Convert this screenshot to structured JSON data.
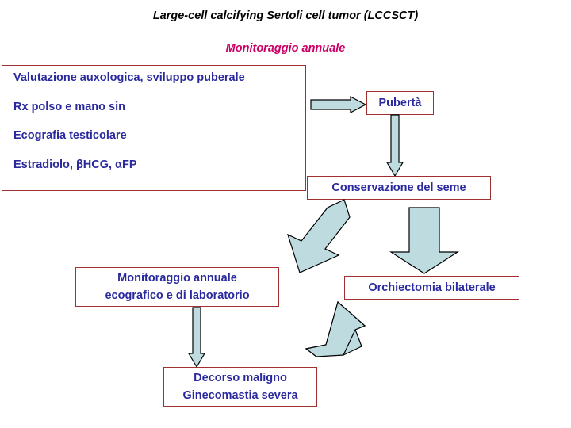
{
  "diagram": {
    "title": "Large-cell calcifying Sertoli cell tumor (LCCSCT)",
    "subtitle": "Monitoraggio annuale",
    "colors": {
      "title_text": "#000000",
      "subtitle_text": "#cc0066",
      "box_border": "#a03030",
      "box_text": "#2a2a9e",
      "arrow_fill": "#bedce0",
      "arrow_stroke": "#000000",
      "background": "#ffffff"
    },
    "nodes": {
      "evaluation_panel": {
        "lines": [
          "Valutazione auxologica, sviluppo puberale",
          "Rx polso e mano sin",
          "Ecografia testicolare",
          "Estradiolo, βHCG, αFP"
        ]
      },
      "puberty": {
        "label": "Pubertà"
      },
      "sperm_banking": {
        "label": "Conservazione del seme"
      },
      "orchiectomy": {
        "label": "Orchiectomia bilaterale"
      },
      "annual_monitoring": {
        "line1": "Monitoraggio annuale",
        "line2": "ecografico e di laboratorio"
      },
      "malignant_course": {
        "line1": "Decorso maligno",
        "line2": "Ginecomastia severa"
      }
    },
    "arrows": [
      {
        "name": "evaluation-to-puberty",
        "direction": "right"
      },
      {
        "name": "puberty-to-sperm-banking",
        "direction": "down"
      },
      {
        "name": "sperm-banking-to-orchiectomy",
        "direction": "down"
      },
      {
        "name": "sperm-banking-to-annual-monitoring",
        "direction": "down-left"
      },
      {
        "name": "annual-monitoring-to-malignant-course",
        "direction": "down"
      },
      {
        "name": "malignant-course-to-orchiectomy",
        "direction": "up-right"
      }
    ]
  }
}
